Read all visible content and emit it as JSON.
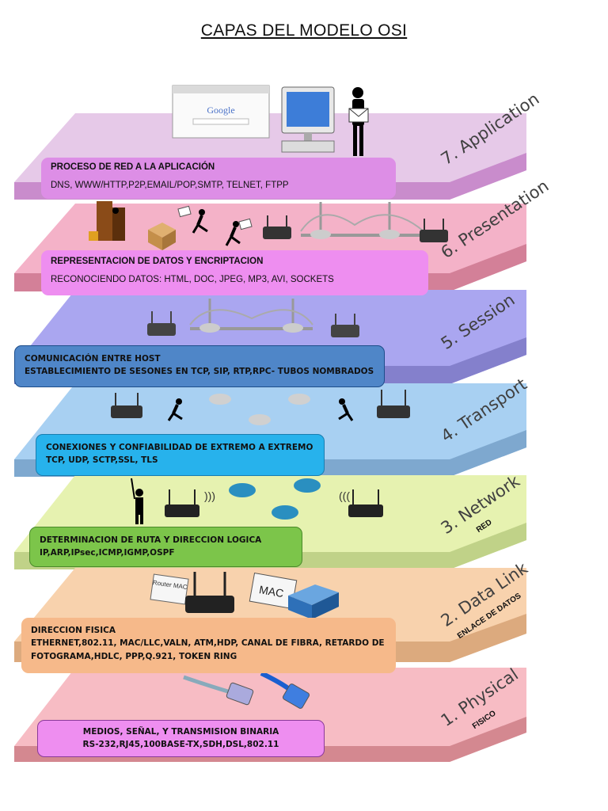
{
  "title": "CAPAS DEL MODELO OSI",
  "layers": [
    {
      "label": "7. Application",
      "subtitle": "",
      "heading": "PROCESO DE RED A LA APLICACIÓN",
      "body": "DNS, WWW/HTTP,P2P,EMAIL/POP,SMTP, TELNET, FTPP",
      "top": "#e6c9e8",
      "side": "#c98ccc",
      "box": "#dd8ee6"
    },
    {
      "label": "6. Presentation",
      "subtitle": "",
      "heading": "REPRESENTACION DE DATOS Y ENCRIPTACION",
      "body": "RECONOCIENDO DATOS: HTML, DOC, JPEG, MP3, AVI, SOCKETS",
      "top": "#f4b2c8",
      "side": "#d38098",
      "box": "#ee8ef0"
    },
    {
      "label": "5. Session",
      "subtitle": "",
      "heading": "COMUNICACIÓN ENTRE HOST",
      "body": "ESTABLECIMIENTO DE SESONES EN TCP, SIP, RTP,RPC- TUBOS NOMBRADOS",
      "top": "#aaa6f0",
      "side": "#8480cc",
      "box": "#4f86c8"
    },
    {
      "label": "4. Transport",
      "subtitle": "",
      "heading": "CONEXIONES Y CONFIABILIDAD DE EXTREMO A EXTREMO",
      "body": "TCP, UDP, SCTP,SSL, TLS",
      "top": "#a8d0f2",
      "side": "#7ea8cf",
      "box": "#27b2ec"
    },
    {
      "label": "3. Network",
      "subtitle": "RED",
      "heading": "DETERMINACION DE RUTA Y DIRECCION LOGICA",
      "body": "IP,ARP,IPsec,ICMP,IGMP,OSPF",
      "top": "#e6f2b0",
      "side": "#c0d288",
      "box": "#7cc54a"
    },
    {
      "label": "2. Data Link",
      "subtitle": "ENLACE DE DATOS",
      "heading": "DIRECCION FISICA",
      "body": "ETHERNET,802.11, MAC/LLC,VALN, ATM,HDP, CANAL DE FIBRA, RETARDO DE FOTOGRAMA,HDLC, PPP,Q.921, TOKEN RING",
      "top": "#f8d2ad",
      "side": "#dcaa7e",
      "box": "#f6b98a"
    },
    {
      "label": "1. Physical",
      "subtitle": "FISICO",
      "heading": "MEDIOS, SEÑAL, Y TRANSMISION BINARIA",
      "body": "RS-232,RJ45,100BASE-TX,SDH,DSL,802.11",
      "top": "#f7bcc4",
      "side": "#d48890",
      "box": "#ee8ef0"
    }
  ],
  "icons": {
    "browser_text": "Google",
    "tags": [
      "Router MAC",
      "MAC"
    ]
  }
}
